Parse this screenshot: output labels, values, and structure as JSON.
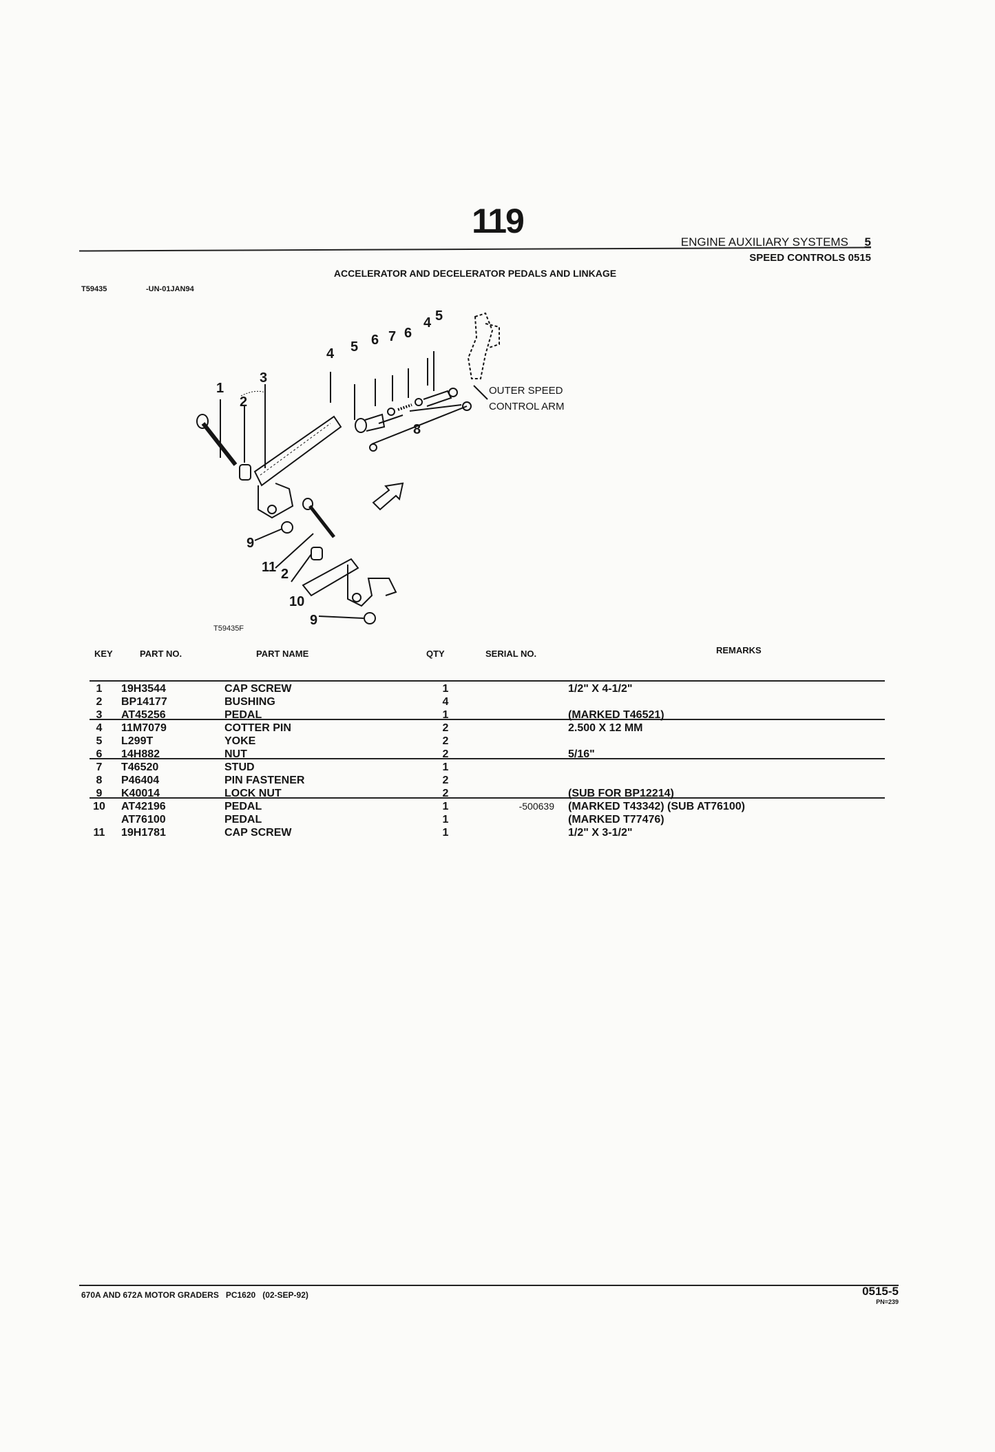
{
  "page_number": "119",
  "header": {
    "section": "ENGINE AUXILIARY SYSTEMS",
    "section_no": "5",
    "subsection": "SPEED CONTROLS 0515"
  },
  "section_title": "ACCELERATOR AND DECELERATOR PEDALS AND LINKAGE",
  "figure": {
    "id": "T59435",
    "date": "-UN-01JAN94",
    "image_code": "T59435F",
    "callouts": [
      "1",
      "2",
      "3",
      "4",
      "5",
      "6",
      "7",
      "6",
      "4",
      "5",
      "8",
      "9",
      "11",
      "2",
      "10",
      "9"
    ],
    "outer_label_1": "OUTER SPEED",
    "outer_label_2": "CONTROL ARM"
  },
  "table": {
    "headers": {
      "key": "KEY",
      "part_no": "PART NO.",
      "part_name": "PART NAME",
      "qty": "QTY",
      "serial": "SERIAL NO.",
      "remarks": "REMARKS"
    },
    "rows": [
      {
        "key": "1",
        "part_no": "19H3544",
        "part_name": "CAP SCREW",
        "qty": "1",
        "serial": "",
        "remarks": "1/2\" X 4-1/2\""
      },
      {
        "key": "2",
        "part_no": "BP14177",
        "part_name": "BUSHING",
        "qty": "4",
        "serial": "",
        "remarks": ""
      },
      {
        "key": "3",
        "part_no": "AT45256",
        "part_name": "PEDAL",
        "qty": "1",
        "serial": "",
        "remarks": "(MARKED T46521)"
      },
      {
        "key": "4",
        "part_no": "11M7079",
        "part_name": "COTTER PIN",
        "qty": "2",
        "serial": "",
        "remarks": "2.500 X 12 MM"
      },
      {
        "key": "5",
        "part_no": "L299T",
        "part_name": "YOKE",
        "qty": "2",
        "serial": "",
        "remarks": ""
      },
      {
        "key": "6",
        "part_no": "14H882",
        "part_name": "NUT",
        "qty": "2",
        "serial": "",
        "remarks": "5/16\""
      },
      {
        "key": "7",
        "part_no": "T46520",
        "part_name": "STUD",
        "qty": "1",
        "serial": "",
        "remarks": ""
      },
      {
        "key": "8",
        "part_no": "P46404",
        "part_name": "PIN FASTENER",
        "qty": "2",
        "serial": "",
        "remarks": ""
      },
      {
        "key": "9",
        "part_no": "K40014",
        "part_name": "LOCK NUT",
        "qty": "2",
        "serial": "",
        "remarks": "(SUB FOR BP12214)"
      },
      {
        "key": "10",
        "part_no": "AT42196",
        "part_name": "PEDAL",
        "qty": "1",
        "serial": "-500639",
        "remarks": "(MARKED T43342) (SUB AT76100)"
      },
      {
        "key": "",
        "part_no": "AT76100",
        "part_name": "PEDAL",
        "qty": "1",
        "serial": "",
        "remarks": "(MARKED T77476)"
      },
      {
        "key": "11",
        "part_no": "19H1781",
        "part_name": "CAP SCREW",
        "qty": "1",
        "serial": "",
        "remarks": "1/2\" X 3-1/2\""
      }
    ]
  },
  "footer": {
    "left": "670A AND 672A MOTOR GRADERS   PC1620   (02-SEP-92)",
    "page": "0515-5",
    "pn": "PN=239"
  }
}
